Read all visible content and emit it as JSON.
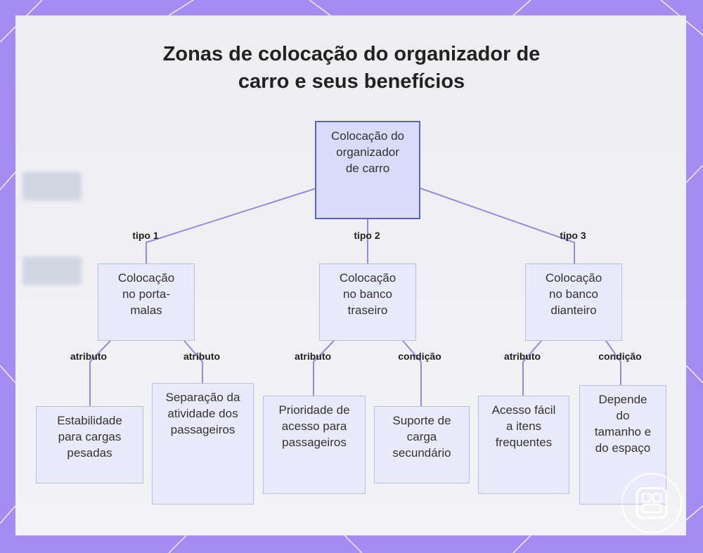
{
  "title": {
    "line1": "Zonas de colocação do organizador de",
    "line2": "carro e seus benefícios"
  },
  "nodes": {
    "root": "Colocação do organizador de carro",
    "trunk": "Colocação no porta-malas",
    "rear_seat": "Colocação no banco traseiro",
    "front_seat": "Colocação no banco dianteiro",
    "stability": "Estabilidade para cargas pesadas",
    "separation": "Separação da atividade dos passageiros",
    "priority": "Prioridade de acesso para passageiros",
    "support": "Suporte de carga secundário",
    "easy_access": "Acesso fácil a itens frequentes",
    "depends": "Depende do tamanho e do espaço"
  },
  "edge_labels": {
    "type1": "tipo 1",
    "type2": "tipo 2",
    "type3": "tipo 3",
    "attr_a": "atributo",
    "attr_b": "atributo",
    "attr_c": "atributo",
    "cond_a": "condição",
    "attr_d": "atributo",
    "cond_b": "condição"
  },
  "colors": {
    "background": "#a58cf5",
    "edge": "#9b87e6",
    "node_fill": "#eaeafc",
    "root_fill": "#d9dbfb",
    "root_border": "#5a63bf"
  }
}
